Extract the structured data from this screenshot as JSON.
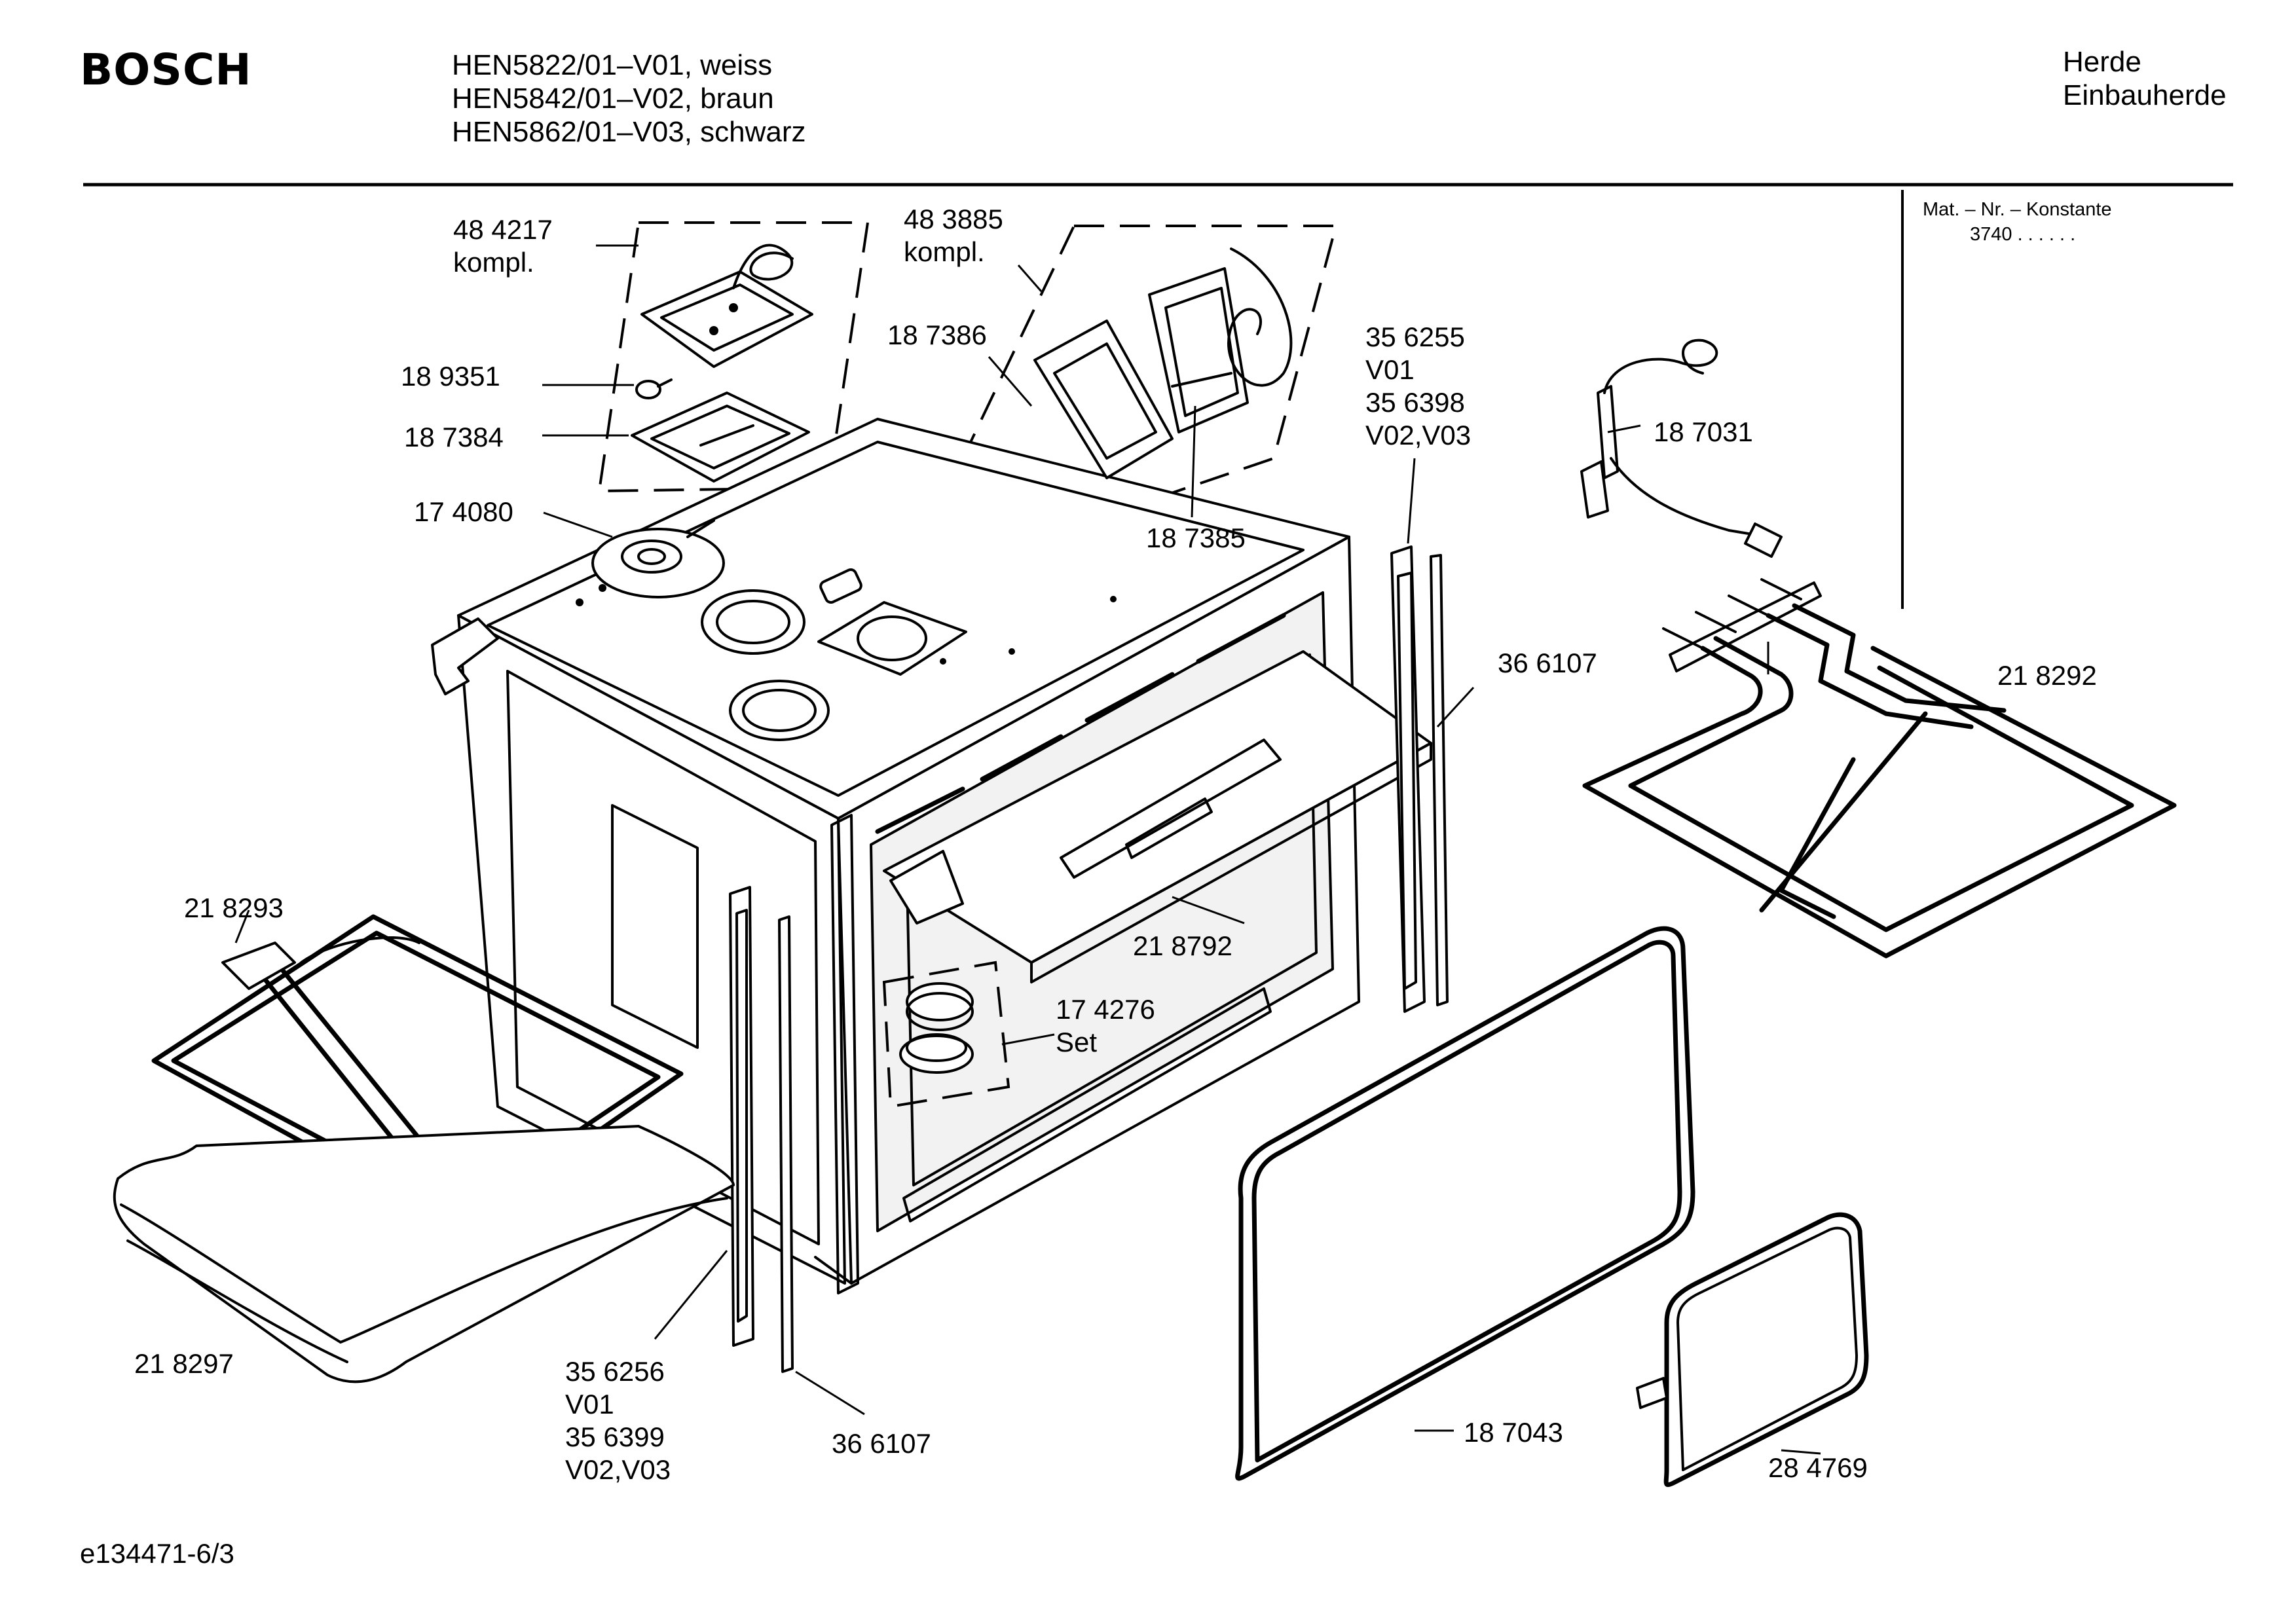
{
  "header": {
    "brand": "BOSCH",
    "models": [
      "HEN5822/01–V01, weiss",
      "HEN5842/01–V02, braun",
      "HEN5862/01–V03, schwarz"
    ],
    "category": [
      "Herde",
      "Einbauherde"
    ],
    "constant_label": "Mat. – Nr. – Konstante",
    "constant_value": "3740  .  .   .  .  .  ."
  },
  "parts": [
    {
      "id": "p484217",
      "lines": [
        "48 4217",
        "kompl."
      ]
    },
    {
      "id": "p483885",
      "lines": [
        "48 3885",
        "kompl."
      ]
    },
    {
      "id": "p189351",
      "lines": [
        "18 9351"
      ]
    },
    {
      "id": "p187384",
      "lines": [
        "18 7384"
      ]
    },
    {
      "id": "p187386",
      "lines": [
        "18 7386"
      ]
    },
    {
      "id": "p174080",
      "lines": [
        "17 4080"
      ]
    },
    {
      "id": "p187385",
      "lines": [
        "18 7385"
      ]
    },
    {
      "id": "p356255",
      "lines": [
        "35 6255",
        "V01",
        "35 6398",
        "V02,V03"
      ]
    },
    {
      "id": "p187031",
      "lines": [
        "18 7031"
      ]
    },
    {
      "id": "p366107a",
      "lines": [
        "36 6107"
      ]
    },
    {
      "id": "p218292",
      "lines": [
        "21 8292"
      ]
    },
    {
      "id": "p218293",
      "lines": [
        "21 8293"
      ]
    },
    {
      "id": "p218792",
      "lines": [
        "21 8792"
      ]
    },
    {
      "id": "p174276",
      "lines": [
        "17 4276",
        "Set"
      ]
    },
    {
      "id": "p218297",
      "lines": [
        "21 8297"
      ]
    },
    {
      "id": "p356256",
      "lines": [
        "35 6256",
        "V01",
        "35 6399",
        "V02,V03"
      ]
    },
    {
      "id": "p366107b",
      "lines": [
        "36 6107"
      ]
    },
    {
      "id": "p187043",
      "lines": [
        "18 7043"
      ]
    },
    {
      "id": "p284769",
      "lines": [
        "28 4769"
      ]
    }
  ],
  "footer": {
    "drawing_id": "e134471-6/3"
  }
}
